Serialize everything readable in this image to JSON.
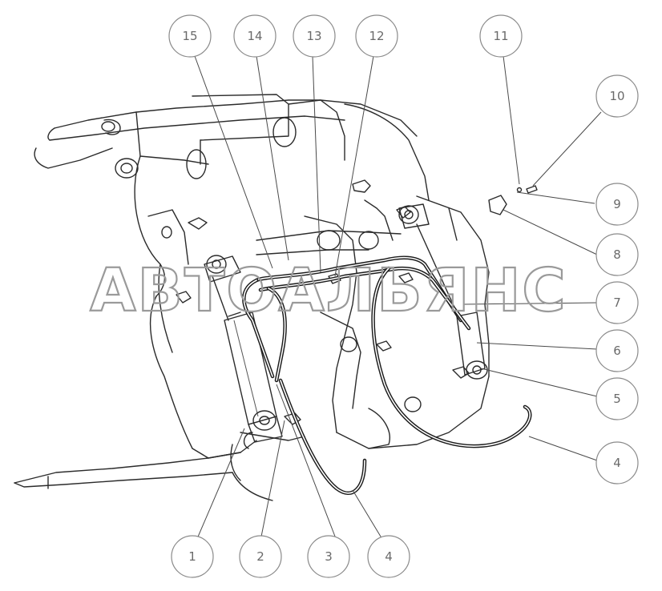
{
  "watermark": "АВТОАЛЬЯНС",
  "callouts": {
    "c1": "1",
    "c2": "2",
    "c3": "3",
    "c4a": "4",
    "c4b": "4",
    "c5": "5",
    "c6": "6",
    "c7": "7",
    "c8": "8",
    "c9": "9",
    "c10": "10",
    "c11": "11",
    "c12": "12",
    "c13": "13",
    "c14": "14",
    "c15": "15"
  }
}
